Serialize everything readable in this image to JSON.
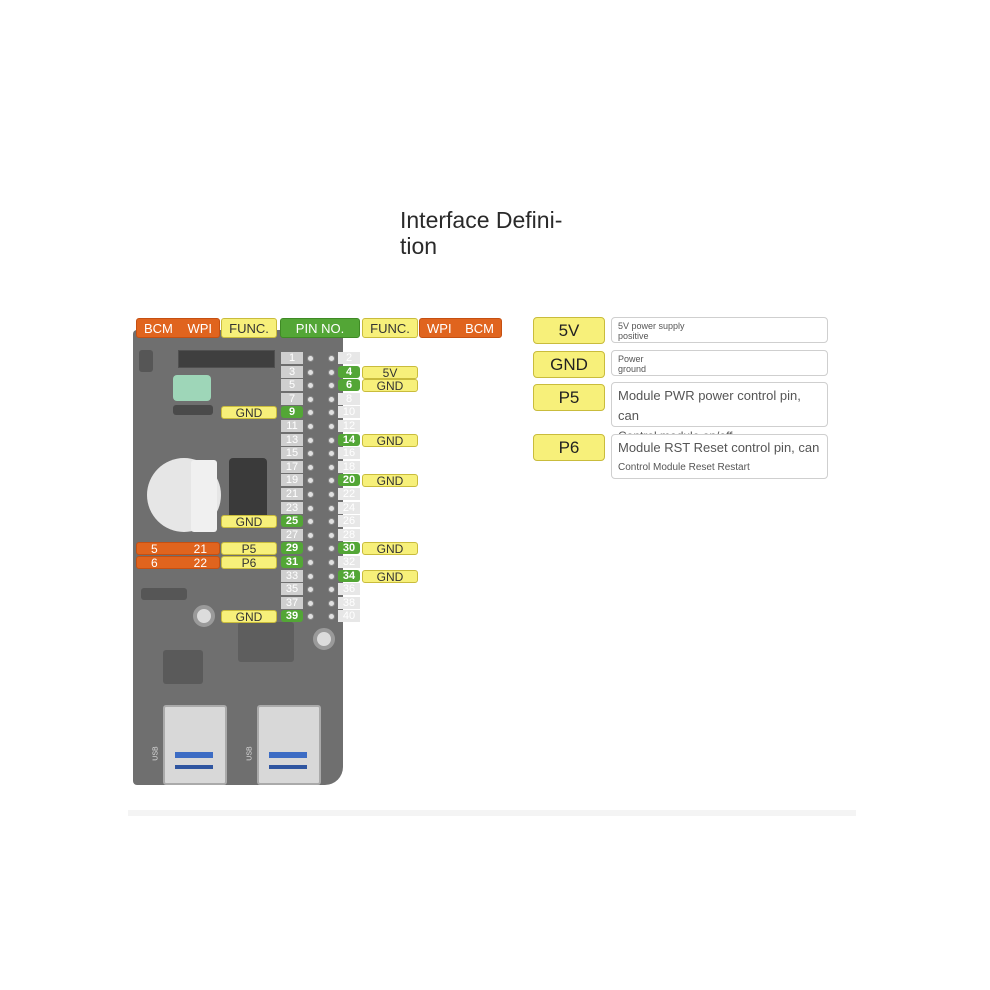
{
  "title": "Interface Defini-\ntion",
  "header": {
    "left_bcm": "BCM",
    "left_wpi": "WPI",
    "left_func": "FUNC.",
    "pin_no": "PIN NO.",
    "right_func": "FUNC.",
    "right_wpi": "WPI",
    "right_bcm": "BCM"
  },
  "pins_left": [
    "1",
    "3",
    "5",
    "7",
    "9",
    "11",
    "13",
    "15",
    "17",
    "19",
    "21",
    "23",
    "25",
    "27",
    "29",
    "31",
    "33",
    "35",
    "37",
    "39"
  ],
  "pins_right": [
    "2",
    "4",
    "6",
    "8",
    "10",
    "12",
    "14",
    "16",
    "18",
    "20",
    "22",
    "24",
    "26",
    "28",
    "30",
    "32",
    "34",
    "36",
    "38",
    "40"
  ],
  "active_left": [
    "9",
    "25",
    "29",
    "31",
    "39"
  ],
  "active_right": [
    "4",
    "6",
    "14",
    "20",
    "30",
    "34"
  ],
  "left_func_tags": {
    "9": "GND",
    "25": "GND",
    "29": "P5",
    "31": "P6",
    "39": "GND"
  },
  "left_orange_rows": {
    "29": {
      "bcm": "5",
      "wpi": "21"
    },
    "31": {
      "bcm": "6",
      "wpi": "22"
    }
  },
  "right_func_tags": {
    "4": "5V",
    "6": "GND",
    "14": "GND",
    "20": "GND",
    "30": "GND",
    "34": "GND"
  },
  "legend": [
    {
      "key": "5V",
      "line1": "5V power supply",
      "line2": "positive",
      "style": "small"
    },
    {
      "key": "GND",
      "line1": "Power",
      "line2": "ground",
      "style": "small"
    },
    {
      "key": "P5",
      "line1": "Module PWR power control pin, can",
      "line2": "Control module on/off",
      "style": "mid"
    },
    {
      "key": "P6",
      "line1": "Module RST Reset control pin, can",
      "line2": "Control Module Reset Restart",
      "style": "mixed"
    }
  ],
  "board_labels": {
    "usb1": "USB",
    "usb2": "USB"
  },
  "colors": {
    "orange": "#e0641e",
    "yellow": "#f7f07a",
    "green": "#53a636"
  }
}
